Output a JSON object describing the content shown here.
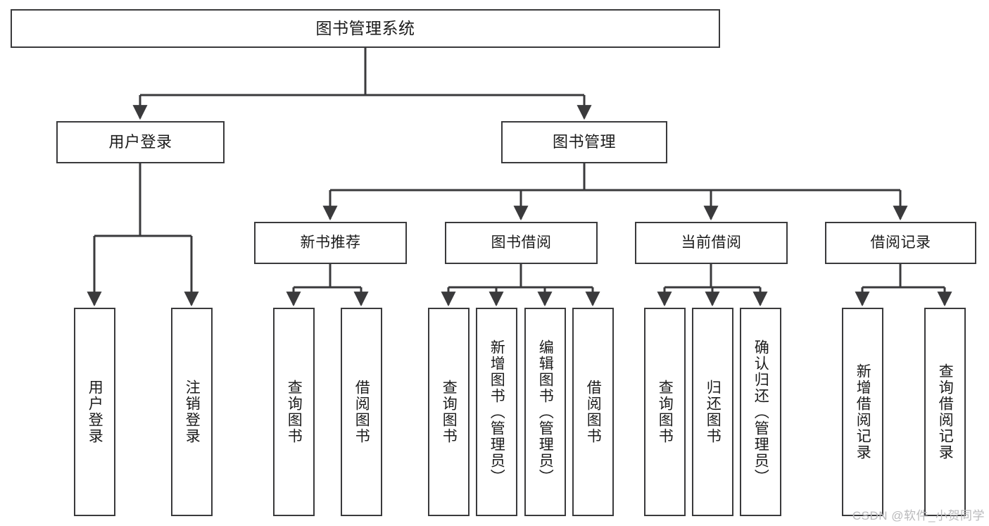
{
  "diagram": {
    "type": "tree-hierarchy",
    "title": "图书管理系统",
    "orientation": "top-down",
    "colors": {
      "background": "#ffffff",
      "box_border": "#3a3a3c",
      "box_fill": "#ffffff",
      "connector": "#3a3a3c",
      "text": "#1b1b1b",
      "watermark": "#b9b9bb"
    },
    "watermark": "CSDN @软件_小贺同学",
    "nodes": {
      "root": {
        "label": "图书管理系统"
      },
      "level1": [
        {
          "id": "user-login",
          "label": "用户登录"
        },
        {
          "id": "book-manage",
          "label": "图书管理"
        }
      ],
      "level2": [
        {
          "id": "new-book-rec",
          "label": "新书推荐",
          "parent": "book-manage"
        },
        {
          "id": "book-borrow",
          "label": "图书借阅",
          "parent": "book-manage"
        },
        {
          "id": "current-borrow",
          "label": "当前借阅",
          "parent": "book-manage"
        },
        {
          "id": "borrow-record",
          "label": "借阅记录",
          "parent": "book-manage"
        }
      ],
      "leaves": [
        {
          "id": "leaf-user-login",
          "label": "用户登录",
          "parent": "user-login"
        },
        {
          "id": "leaf-logout",
          "label": "注销登录",
          "parent": "user-login"
        },
        {
          "id": "leaf-query-book-1",
          "label": "查询图书",
          "parent": "new-book-rec"
        },
        {
          "id": "leaf-borrow-book-1",
          "label": "借阅图书",
          "parent": "new-book-rec"
        },
        {
          "id": "leaf-query-book-2",
          "label": "查询图书",
          "parent": "book-borrow"
        },
        {
          "id": "leaf-add-book",
          "label": "新增图书（管理员）",
          "parent": "book-borrow"
        },
        {
          "id": "leaf-edit-book",
          "label": "编辑图书（管理员）",
          "parent": "book-borrow"
        },
        {
          "id": "leaf-borrow-book-2",
          "label": "借阅图书",
          "parent": "book-borrow"
        },
        {
          "id": "leaf-query-book-3",
          "label": "查询图书",
          "parent": "current-borrow"
        },
        {
          "id": "leaf-return-book",
          "label": "归还图书",
          "parent": "current-borrow"
        },
        {
          "id": "leaf-confirm-return",
          "label": "确认归还（管理员）",
          "parent": "current-borrow"
        },
        {
          "id": "leaf-add-record",
          "label": "新增借阅记录",
          "parent": "borrow-record"
        },
        {
          "id": "leaf-query-record",
          "label": "查询借阅记录",
          "parent": "borrow-record"
        }
      ]
    }
  }
}
